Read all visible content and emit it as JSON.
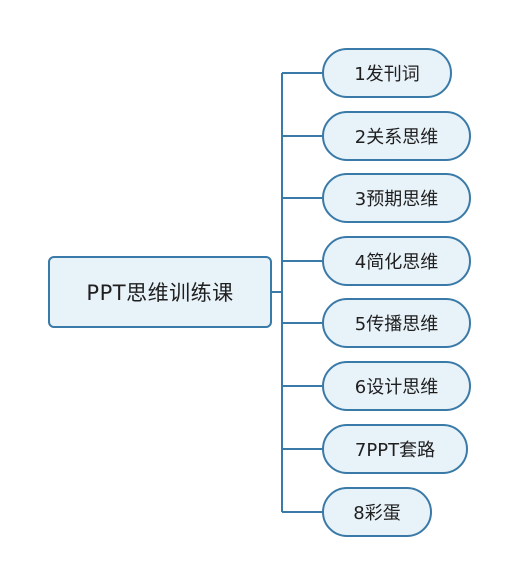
{
  "root": {
    "label": "PPT思维训练课"
  },
  "children": [
    {
      "label": "1发刊词"
    },
    {
      "label": "2关系思维"
    },
    {
      "label": "3预期思维"
    },
    {
      "label": "4简化思维"
    },
    {
      "label": "5传播思维"
    },
    {
      "label": "6设计思维"
    },
    {
      "label": "7PPT套路"
    },
    {
      "label": "8彩蛋"
    }
  ],
  "colors": {
    "line": "#3a7aa8",
    "fill": "#e8f2f9"
  }
}
